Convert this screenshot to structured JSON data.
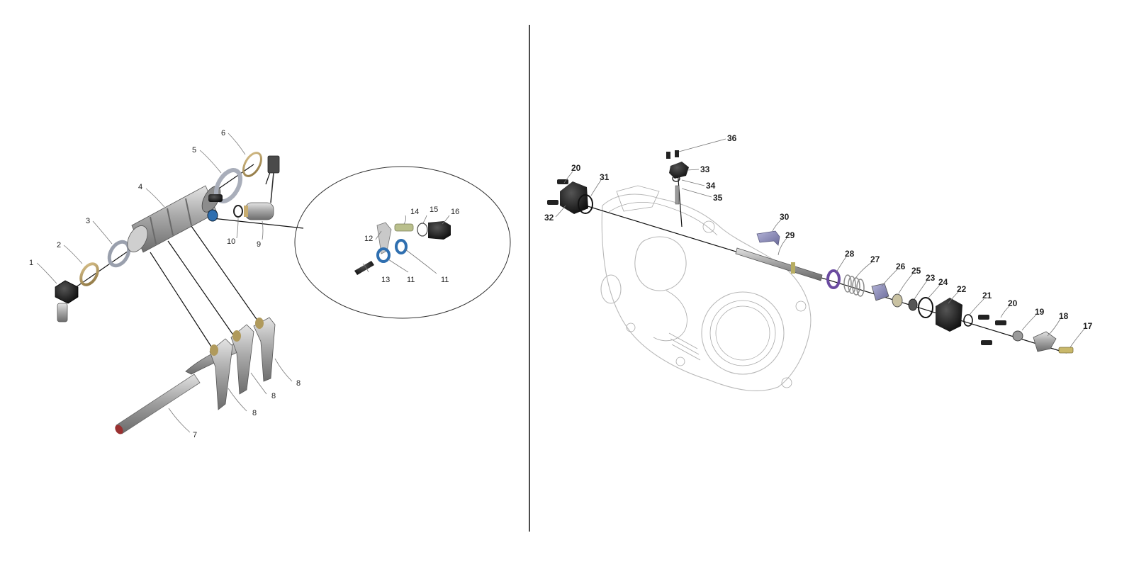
{
  "diagram": {
    "left_callouts": [
      {
        "id": "c1",
        "text": "1"
      },
      {
        "id": "c2",
        "text": "2"
      },
      {
        "id": "c3",
        "text": "3"
      },
      {
        "id": "c4",
        "text": "4"
      },
      {
        "id": "c5",
        "text": "5"
      },
      {
        "id": "c6",
        "text": "6"
      },
      {
        "id": "c7",
        "text": "7"
      },
      {
        "id": "c8a",
        "text": "8"
      },
      {
        "id": "c8b",
        "text": "8"
      },
      {
        "id": "c8c",
        "text": "8"
      },
      {
        "id": "c9",
        "text": "9"
      },
      {
        "id": "c10",
        "text": "10"
      }
    ],
    "detail_callouts": [
      {
        "id": "c11a",
        "text": "11"
      },
      {
        "id": "c11b",
        "text": "11"
      },
      {
        "id": "c12",
        "text": "12"
      },
      {
        "id": "c13",
        "text": "13"
      },
      {
        "id": "c14",
        "text": "14"
      },
      {
        "id": "c15",
        "text": "15"
      },
      {
        "id": "c16",
        "text": "16"
      }
    ],
    "right_callouts": [
      {
        "id": "c17",
        "text": "17"
      },
      {
        "id": "c18",
        "text": "18"
      },
      {
        "id": "c19",
        "text": "19"
      },
      {
        "id": "c20a",
        "text": "20"
      },
      {
        "id": "c20b",
        "text": "20"
      },
      {
        "id": "c21",
        "text": "21"
      },
      {
        "id": "c22",
        "text": "22"
      },
      {
        "id": "c23",
        "text": "23"
      },
      {
        "id": "c24",
        "text": "24"
      },
      {
        "id": "c25",
        "text": "25"
      },
      {
        "id": "c26",
        "text": "26"
      },
      {
        "id": "c27",
        "text": "27"
      },
      {
        "id": "c28",
        "text": "28"
      },
      {
        "id": "c29",
        "text": "29"
      },
      {
        "id": "c30",
        "text": "30"
      },
      {
        "id": "c31",
        "text": "31"
      },
      {
        "id": "c32",
        "text": "32"
      },
      {
        "id": "c33",
        "text": "33"
      },
      {
        "id": "c34",
        "text": "34"
      },
      {
        "id": "c35",
        "text": "35"
      },
      {
        "id": "c36",
        "text": "36"
      }
    ]
  }
}
